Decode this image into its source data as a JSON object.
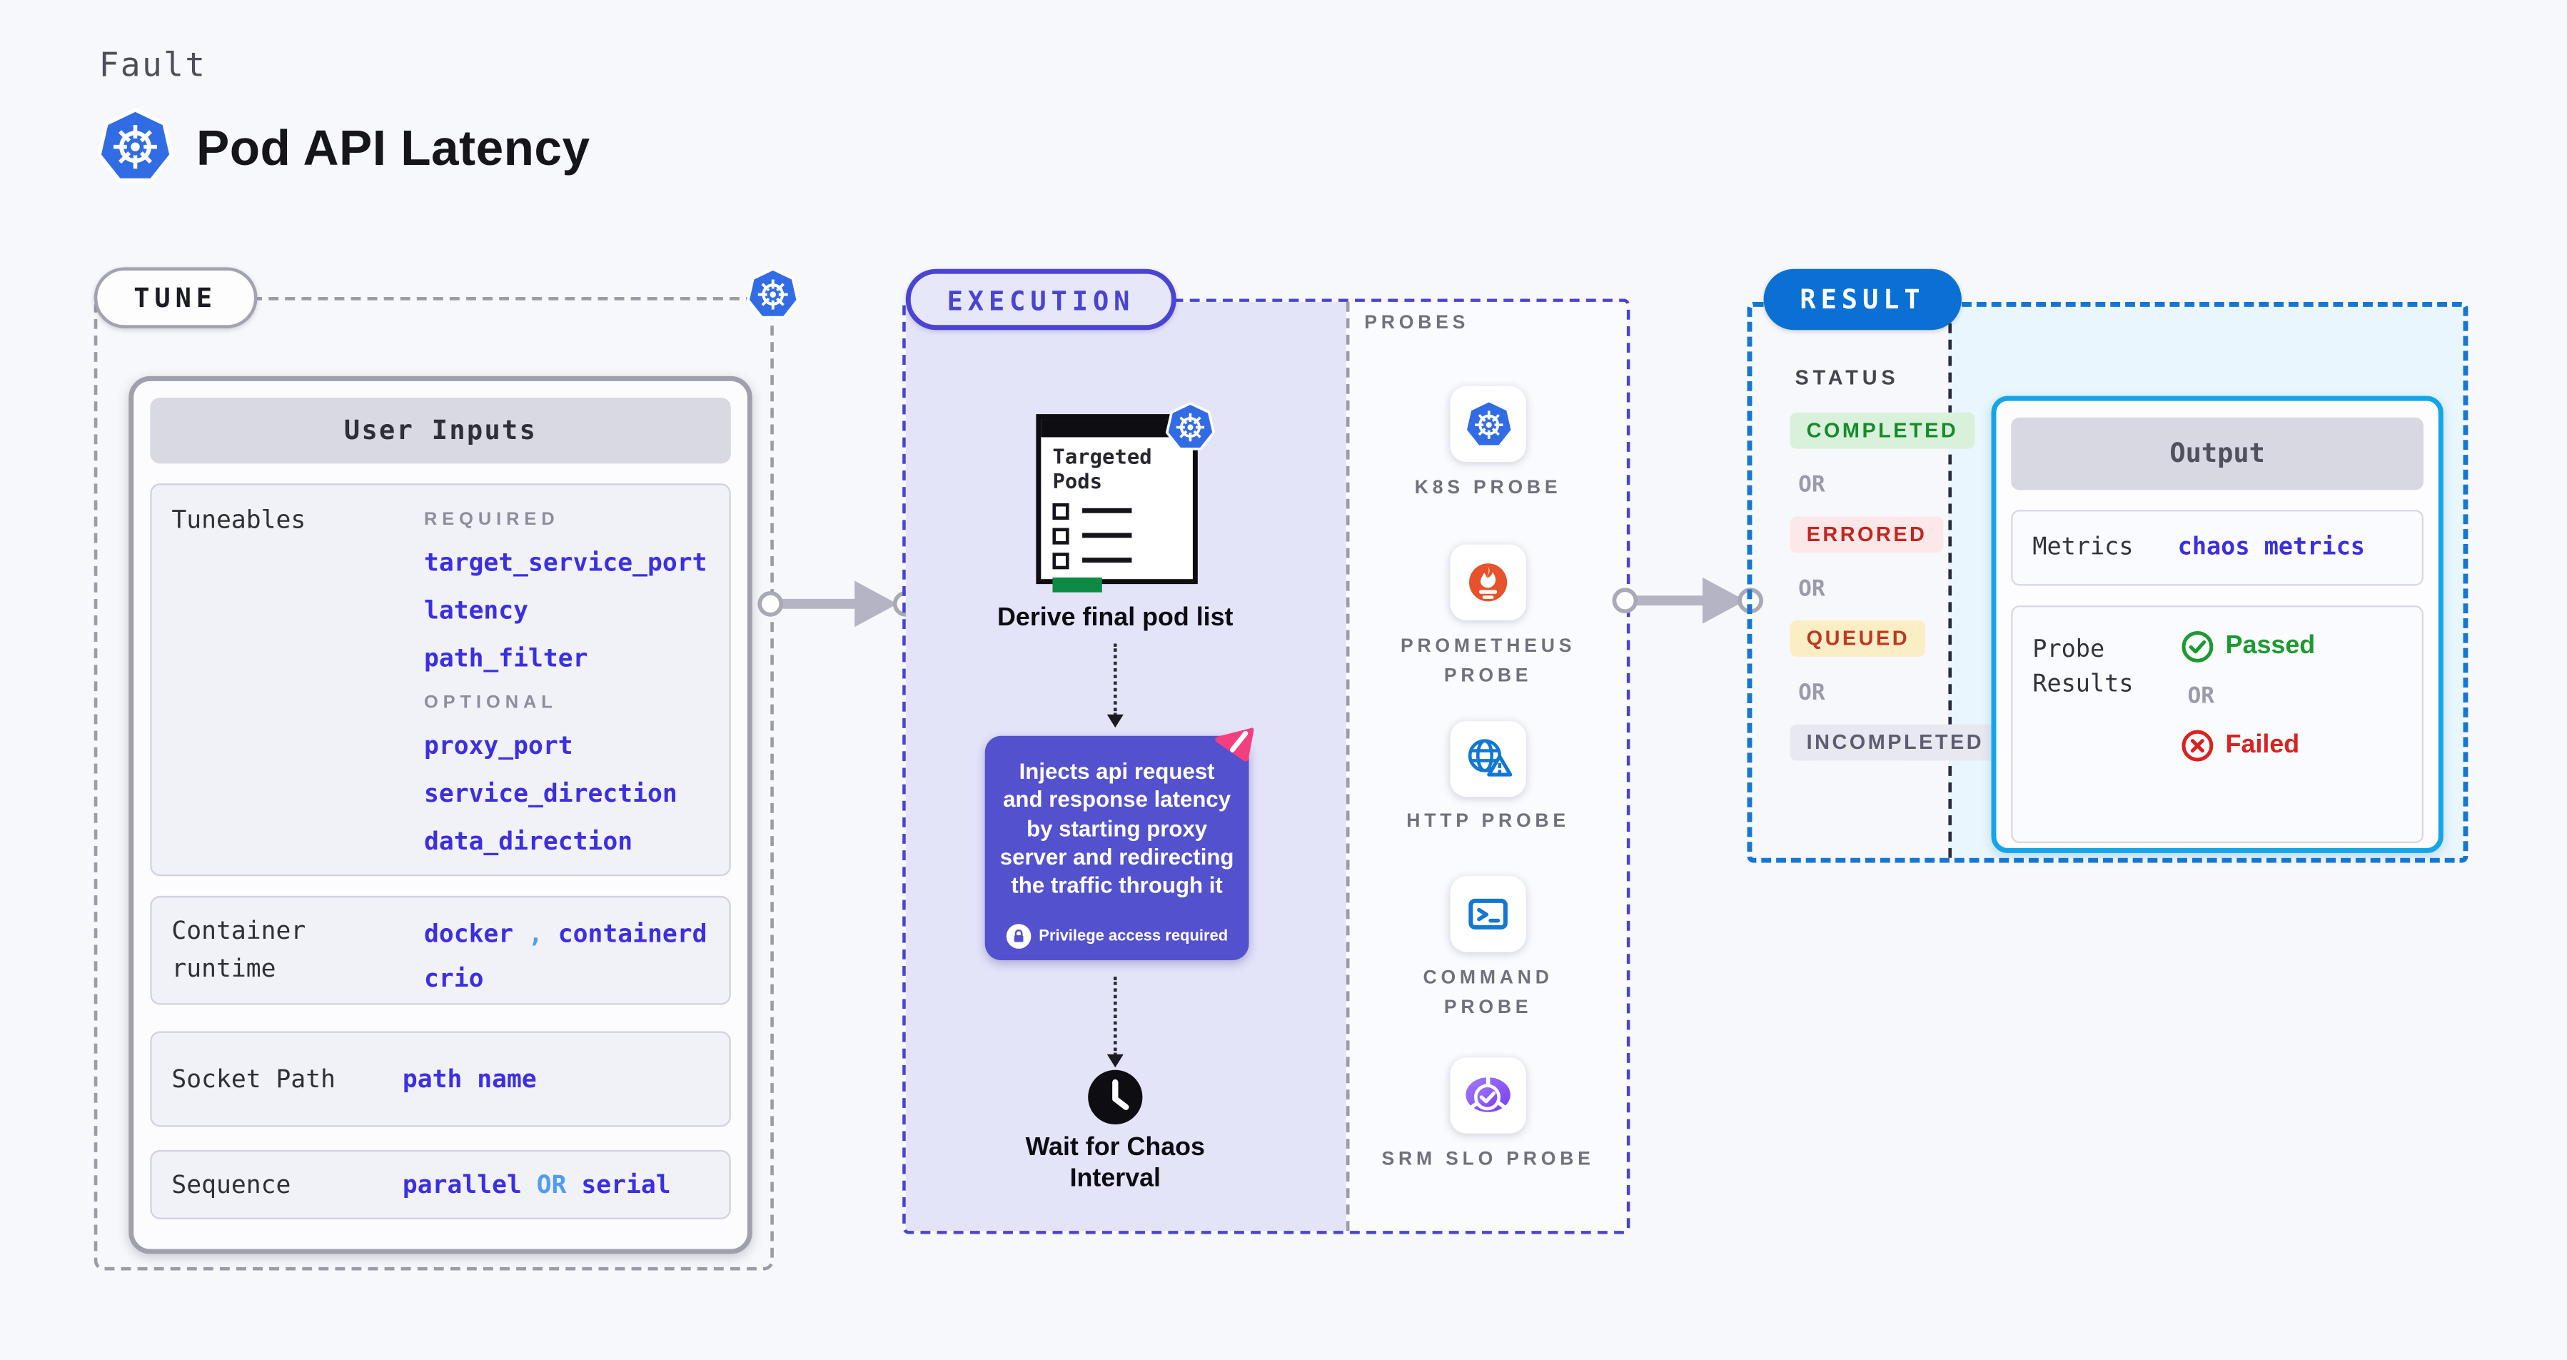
{
  "header": {
    "eyebrow": "Fault",
    "title": "Pod API Latency"
  },
  "tune": {
    "badge": "TUNE",
    "user_inputs": {
      "title": "User Inputs",
      "tuneables_label": "Tuneables",
      "required_label": "REQUIRED",
      "required_items": [
        "target_service_port",
        "latency",
        "path_filter"
      ],
      "optional_label": "OPTIONAL",
      "optional_items": [
        "proxy_port",
        "service_direction",
        "data_direction"
      ],
      "container_runtime_label": "Container runtime",
      "runtime_value_1": "docker",
      "runtime_comma": ",",
      "runtime_value_2": "containerd",
      "runtime_value_3": "crio",
      "socket_path_label": "Socket Path",
      "socket_path_value": "path name",
      "sequence_label": "Sequence",
      "sequence_value_1": "parallel",
      "sequence_or": "OR",
      "sequence_value_2": "serial"
    }
  },
  "execution": {
    "badge": "EXECUTION",
    "targeted_pods_title": "Targeted Pods",
    "derive_label": "Derive final pod list",
    "inject_text": "Injects api request and response latency by starting proxy server and redirecting the traffic through it",
    "privilege_note": "Privilege access required",
    "wait_label": "Wait for Chaos Interval"
  },
  "probes": {
    "title": "PROBES",
    "items": [
      {
        "label": "K8S PROBE",
        "icon": "kubernetes-icon"
      },
      {
        "label": "PROMETHEUS PROBE",
        "icon": "prometheus-icon"
      },
      {
        "label": "HTTP PROBE",
        "icon": "globe-warning-icon"
      },
      {
        "label": "COMMAND PROBE",
        "icon": "terminal-icon"
      },
      {
        "label": "SRM SLO PROBE",
        "icon": "slo-donut-check-icon"
      }
    ]
  },
  "result": {
    "badge": "RESULT",
    "status_label": "STATUS",
    "or_label": "OR",
    "statuses": [
      {
        "label": "COMPLETED",
        "bg": "#d9f1da",
        "fg": "#178a2c"
      },
      {
        "label": "ERRORED",
        "bg": "#fce8e8",
        "fg": "#c52520"
      },
      {
        "label": "QUEUED",
        "bg": "#fbeec5",
        "fg": "#bd3a22"
      },
      {
        "label": "INCOMPLETED",
        "bg": "#e8e8f0",
        "fg": "#5d5d72"
      }
    ],
    "output": {
      "title": "Output",
      "metrics_label": "Metrics",
      "metrics_value": "chaos metrics",
      "probe_results_label": "Probe Results",
      "passed_label": "Passed",
      "or_label": "OR",
      "failed_label": "Failed"
    }
  },
  "colors": {
    "page_bg": "#f7f8fc",
    "execution_bg": "#e4e4f9",
    "inject_box": "#5351cd",
    "indigo_border": "#4b43d4",
    "value_text": "#3c2fe2",
    "light_blue_accent": "#4f9df2",
    "result_blue": "#0b70d3",
    "output_border": "#14a5e8",
    "output_bg": "#e9f6fd",
    "passed_green": "#1d9a31",
    "failed_red": "#d8231f",
    "kubernetes_blue": "#326ce5",
    "prometheus_orange": "#e6522c",
    "pods_green": "#0e8a45",
    "chaos_pink": "#f43f7f",
    "arrow_gray": "#b5b4c5"
  }
}
